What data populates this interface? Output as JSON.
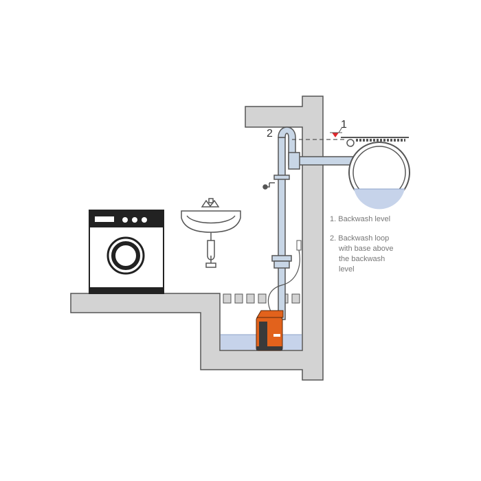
{
  "callouts": {
    "backwash_level_number": "1",
    "backwash_loop_number": "2"
  },
  "legend": [
    {
      "line1": "1. Backwash level",
      "line2": "",
      "line3": "",
      "line4": ""
    },
    {
      "line1": "2. Backwash loop",
      "line2": "with base above",
      "line3": "the backwash",
      "line4": "level"
    }
  ],
  "colors": {
    "wall": "#d3d3d3",
    "outline": "#555555",
    "pipe": "#c8d6e6",
    "water": "#c6d3ea",
    "pump_orange": "#e2621c",
    "pump_dark": "#3a3a3a",
    "appliance_dark": "#222222"
  },
  "icons": {
    "washing_machine": "washing-machine-icon",
    "sink": "sink-icon",
    "pump": "submersible-pump-icon",
    "sewer": "sewer-pipe-icon"
  }
}
